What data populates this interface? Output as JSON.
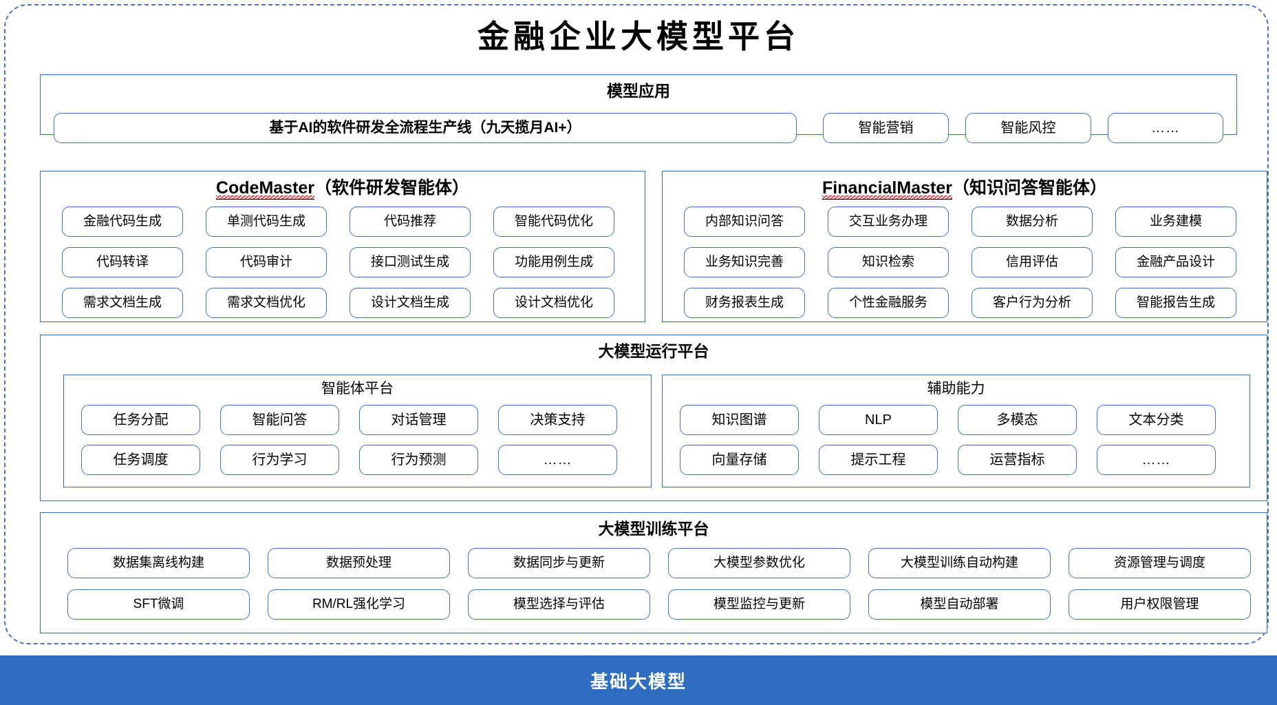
{
  "title": "金融企业大模型平台",
  "sections": {
    "model_application": {
      "title": "模型应用",
      "items": [
        {
          "label": "基于AI的软件研发全流程生产线（九天揽月AI+）",
          "emphasis": "bold"
        },
        {
          "label": "智能营销",
          "emphasis": "normal"
        },
        {
          "label": "智能风控",
          "emphasis": "normal"
        },
        {
          "label": "……",
          "emphasis": "normal"
        }
      ]
    },
    "code_master": {
      "name": "CodeMaster",
      "suffix": "（软件研发智能体）",
      "items": [
        "金融代码生成",
        "单测代码生成",
        "代码推荐",
        "智能代码优化",
        "代码转译",
        "代码审计",
        "接口测试生成",
        "功能用例生成",
        "需求文档生成",
        "需求文档优化",
        "设计文档生成",
        "设计文档优化"
      ]
    },
    "financial_master": {
      "name": "FinancialMaster",
      "suffix": "（知识问答智能体）",
      "items": [
        "内部知识问答",
        "交互业务办理",
        "数据分析",
        "业务建模",
        "业务知识完善",
        "知识检索",
        "信用评估",
        "金融产品设计",
        "财务报表生成",
        "个性金融服务",
        "客户行为分析",
        "智能报告生成"
      ]
    },
    "runtime_platform": {
      "title": "大模型运行平台",
      "agent_platform": {
        "title": "智能体平台",
        "items": [
          "任务分配",
          "智能问答",
          "对话管理",
          "决策支持",
          "任务调度",
          "行为学习",
          "行为预测",
          "……"
        ]
      },
      "support_capability": {
        "title": "辅助能力",
        "items": [
          "知识图谱",
          "NLP",
          "多模态",
          "文本分类",
          "向量存储",
          "提示工程",
          "运营指标",
          "……"
        ]
      }
    },
    "training_platform": {
      "title": "大模型训练平台",
      "items": [
        "数据集离线构建",
        "数据预处理",
        "数据同步与更新",
        "大模型参数优化",
        "大模型训练自动构建",
        "资源管理与调度",
        "SFT微调",
        "RM/RL强化学习",
        "模型选择与评估",
        "模型监控与更新",
        "模型自动部署",
        "用户权限管理"
      ]
    },
    "base_model": {
      "label": "基础大模型"
    }
  },
  "colors": {
    "accent_blue": "#2E6DBF",
    "border_blue": "#3D75C0",
    "dashed_frame": "#4472C4",
    "spellcheck_red": "#e11d1d"
  }
}
